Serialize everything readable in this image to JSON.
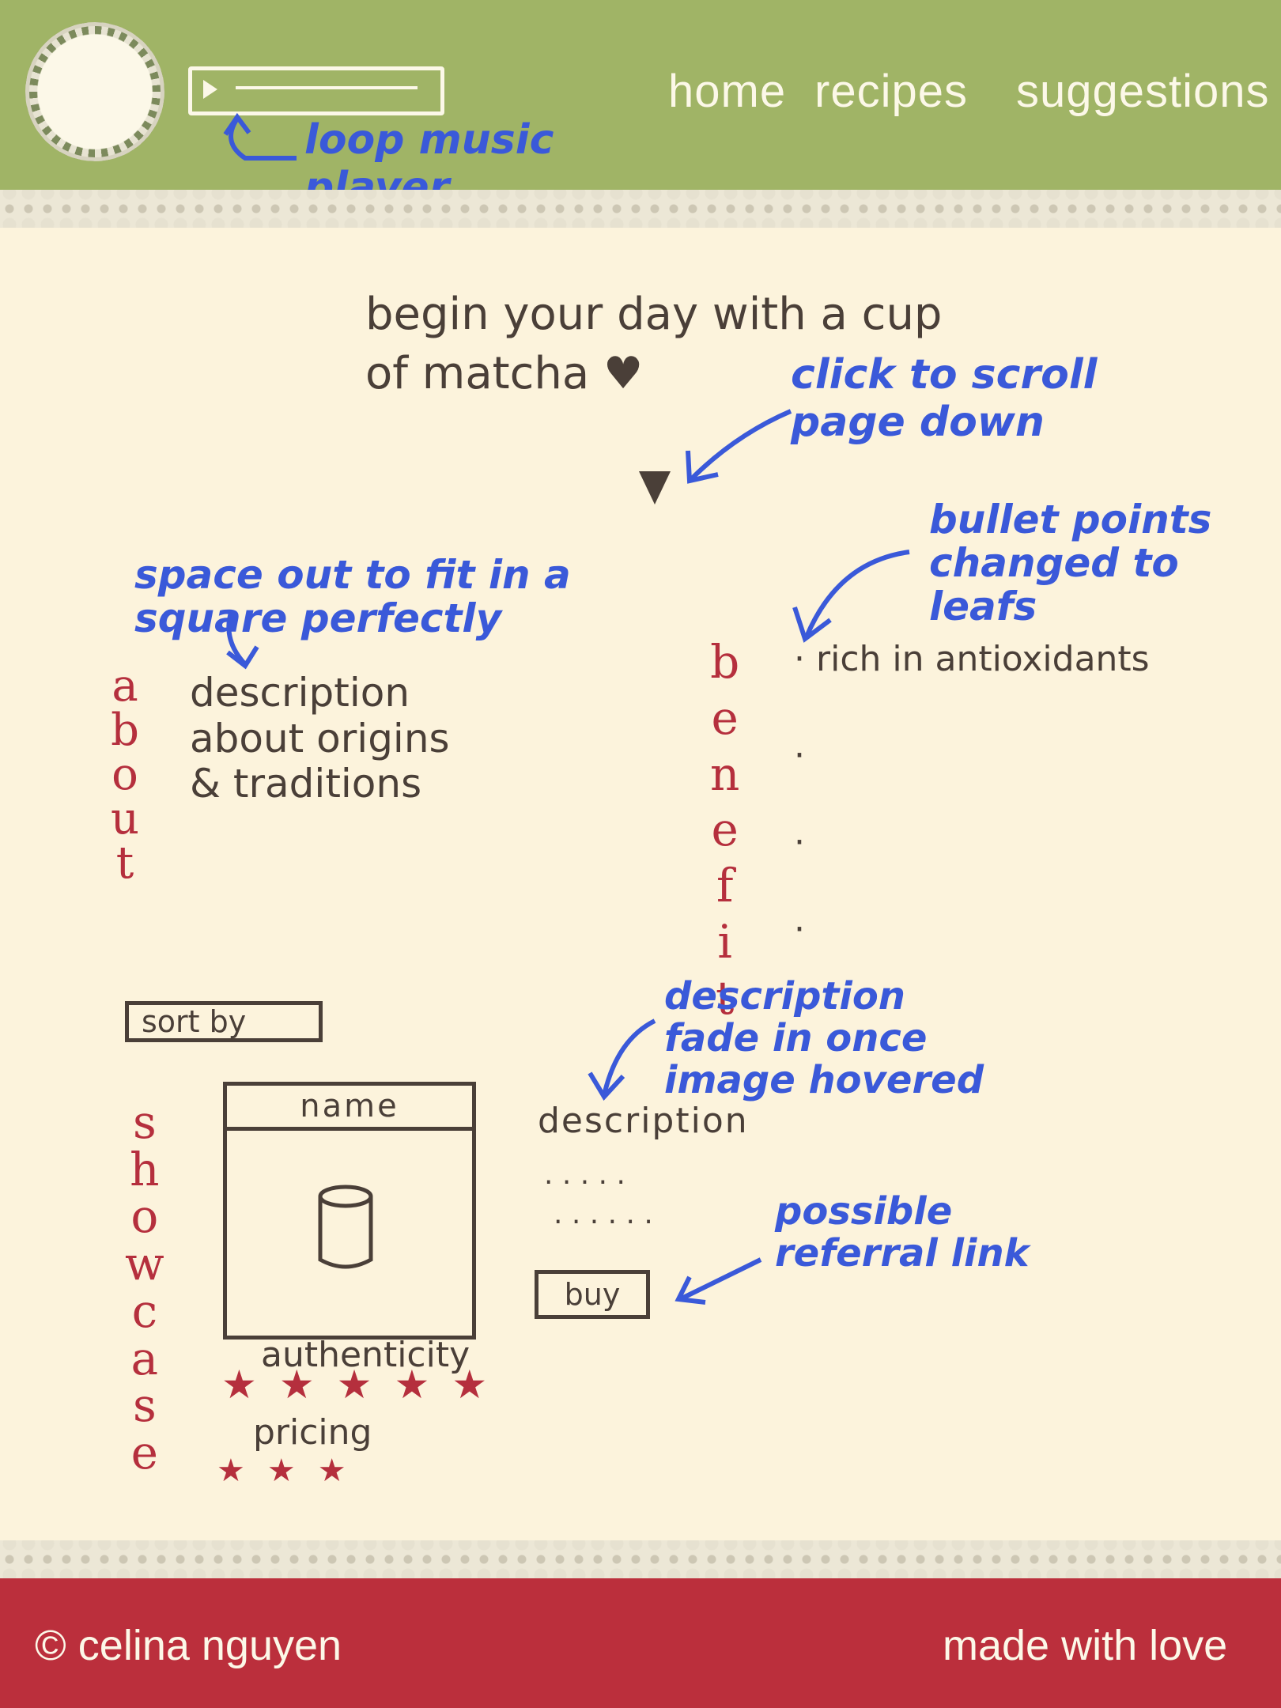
{
  "header": {
    "nav": [
      "home",
      "recipes",
      "suggestions"
    ]
  },
  "annotations": {
    "music_player": "loop music player",
    "scroll": "click to scroll page down",
    "square": "space out to fit in a square perfectly",
    "bullets": "bullet points changed to leafs",
    "fade": "description fade in once image hovered",
    "referral": "possible referral link"
  },
  "hero": {
    "line1": "begin your day with a cup",
    "line2": "of matcha ♥"
  },
  "about": {
    "title_letters": [
      "a",
      "b",
      "o",
      "u",
      "t"
    ],
    "line1": "description",
    "line2": "about origins",
    "line3": "& traditions"
  },
  "benefit": {
    "title_letters": [
      "b",
      "e",
      "n",
      "e",
      "f",
      "i",
      "t"
    ],
    "items": [
      "rich in antioxidants",
      "",
      "",
      ""
    ]
  },
  "showcase": {
    "title_letters": [
      "s",
      "h",
      "o",
      "w",
      "c",
      "a",
      "s",
      "e"
    ],
    "sort_label": "sort by",
    "card_name": "name",
    "authenticity_label": "authenticity",
    "authenticity_stars": 5,
    "pricing_label": "pricing",
    "pricing_stars": 3,
    "description_label": "description",
    "dots1": ". . . . .",
    "dots2": ". . . . . .",
    "buy_label": "buy"
  },
  "footer": {
    "copyright": "© celina nguyen",
    "tagline": "made with love"
  },
  "colors": {
    "header_green": "#a0b466",
    "footer_red": "#bb2f3c",
    "background_cream": "#fcf3dc",
    "annotation_blue": "#3a59d9",
    "title_red": "#b52f3d"
  }
}
